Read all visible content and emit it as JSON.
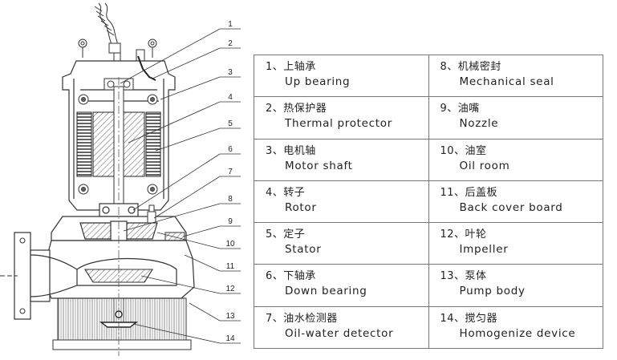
{
  "callouts": [
    "1",
    "2",
    "3",
    "4",
    "5",
    "6",
    "7",
    "8",
    "9",
    "10",
    "11",
    "12",
    "13",
    "14"
  ],
  "parts": [
    [
      {
        "cn": "1、上轴承",
        "en": "Up bearing"
      },
      {
        "cn": "8、机械密封",
        "en": "Mechanical seal"
      }
    ],
    [
      {
        "cn": "2、热保护器",
        "en": "Thermal protector"
      },
      {
        "cn": "9、油嘴",
        "en": "Nozzle"
      }
    ],
    [
      {
        "cn": "3、电机轴",
        "en": "Motor shaft"
      },
      {
        "cn": "10、油室",
        "en": "Oil room"
      }
    ],
    [
      {
        "cn": "4、转子",
        "en": "Rotor"
      },
      {
        "cn": "11、后盖板",
        "en": "Back cover board"
      }
    ],
    [
      {
        "cn": "5、定子",
        "en": "Stator"
      },
      {
        "cn": "12、叶轮",
        "en": "Impeller"
      }
    ],
    [
      {
        "cn": "6、下轴承",
        "en": "Down bearing"
      },
      {
        "cn": "13、泵体",
        "en": "Pump body"
      }
    ],
    [
      {
        "cn": "7、油水检测器",
        "en": "Oil-water detector"
      },
      {
        "cn": "14、搅匀器",
        "en": "Homogenize device"
      }
    ]
  ]
}
